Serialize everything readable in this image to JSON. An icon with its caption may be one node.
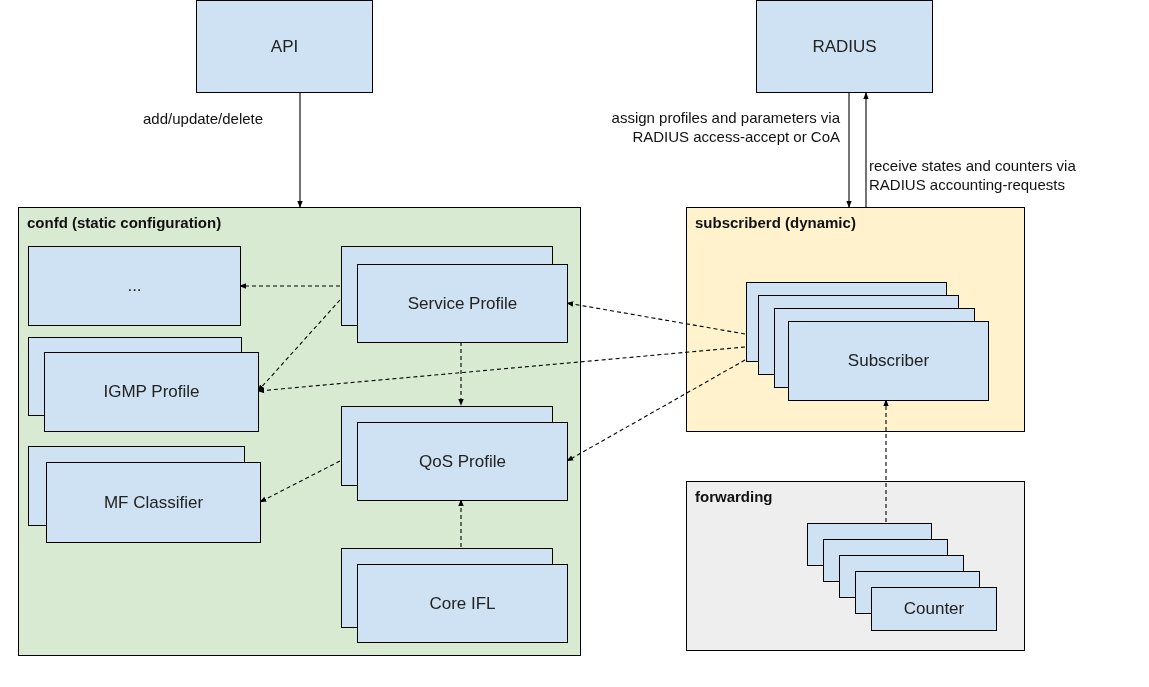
{
  "diagram": {
    "nodes": [
      {
        "text": [
          "API"
        ]
      },
      {
        "text": [
          "RADIUS"
        ]
      },
      {
        "text": [
          "confd (static configuration)"
        ]
      },
      {
        "text": [
          "..."
        ],
        "in": 2
      },
      {
        "text": [
          "Service Profile"
        ],
        "in": 2
      },
      {
        "text": [
          "IGMP Profile"
        ],
        "in": 2
      },
      {
        "text": [
          "QoS Profile"
        ],
        "in": 2
      },
      {
        "text": [
          "MF Classifier"
        ],
        "in": 2
      },
      {
        "text": [
          "Core IFL"
        ],
        "in": 2
      },
      {
        "text": [
          "subscriberd (dynamic)"
        ]
      },
      {
        "text": [
          "Subscriber"
        ],
        "in": 9
      },
      {
        "text": [
          "forwarding"
        ]
      },
      {
        "text": [
          "Counter"
        ],
        "in": 11
      }
    ],
    "edges": [
      {
        "from": 0,
        "to": 2,
        "arrow": "to",
        "label": "add/update/delete"
      },
      {
        "from": 1,
        "to": 9,
        "arrow": "to",
        "label": "assign profiles and parameters via RADIUS access-accept or CoA"
      },
      {
        "from": 9,
        "to": 1,
        "arrow": "to",
        "label": "receive states and counters via RADIUS accounting-requests"
      },
      {
        "from": 4,
        "to": 3,
        "arrow": "to",
        "style": "dashed"
      },
      {
        "from": 4,
        "to": 5,
        "arrow": "to",
        "style": "dashed"
      },
      {
        "from": 4,
        "to": 6,
        "arrow": "to",
        "style": "dashed"
      },
      {
        "from": 10,
        "to": 4,
        "arrow": "to",
        "style": "dashed"
      },
      {
        "from": 10,
        "to": 5,
        "arrow": "to",
        "style": "dashed"
      },
      {
        "from": 10,
        "to": 6,
        "arrow": "to",
        "style": "dashed"
      },
      {
        "from": 6,
        "to": 7,
        "arrow": "to",
        "style": "dashed"
      },
      {
        "from": 8,
        "to": 6,
        "arrow": "to",
        "style": "dashed"
      },
      {
        "from": 12,
        "to": 10,
        "arrow": "to",
        "style": "dashed"
      }
    ]
  }
}
